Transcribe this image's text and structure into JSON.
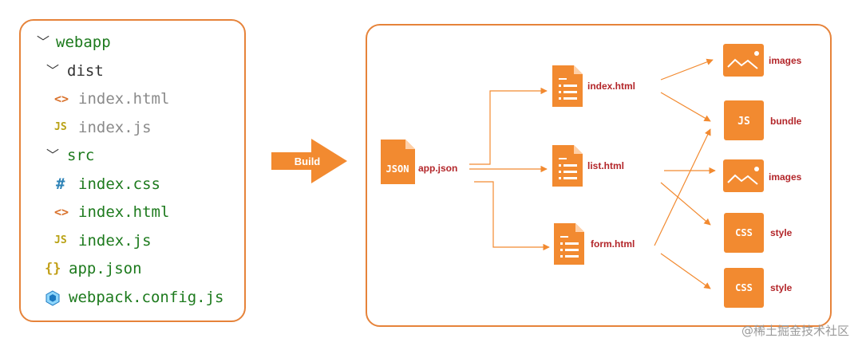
{
  "file_tree": {
    "items": [
      {
        "label": "webapp",
        "icon": "chevron-down-icon",
        "icon_text": "",
        "color": "#1d7a1d"
      },
      {
        "label": "dist",
        "icon": "chevron-down-icon",
        "icon_text": "",
        "color": "#333333"
      },
      {
        "label": "index.html",
        "icon": "code-icon",
        "icon_text": "<>",
        "color": "#8a8a8a"
      },
      {
        "label": "index.js",
        "icon": "js-file-icon",
        "icon_text": "JS",
        "color": "#8a8a8a"
      },
      {
        "label": "src",
        "icon": "chevron-down-icon",
        "icon_text": "",
        "color": "#1d7a1d"
      },
      {
        "label": "index.css",
        "icon": "hash-icon",
        "icon_text": "#",
        "color": "#1d7a1d"
      },
      {
        "label": "index.html",
        "icon": "code-icon",
        "icon_text": "<>",
        "color": "#1d7a1d"
      },
      {
        "label": "index.js",
        "icon": "js-file-icon",
        "icon_text": "JS",
        "color": "#1d7a1d"
      },
      {
        "label": "app.json",
        "icon": "braces-icon",
        "icon_text": "{}",
        "color": "#1d7a1d"
      },
      {
        "label": "webpack.config.js",
        "icon": "webpack-cube-icon",
        "icon_text": "",
        "color": "#1d7a1d"
      }
    ]
  },
  "build_arrow": {
    "label": "Build"
  },
  "diagram": {
    "source": {
      "label": "app.json",
      "icon_text": "JSON"
    },
    "pages": [
      {
        "label": "index.html"
      },
      {
        "label": "list.html"
      },
      {
        "label": "form.html"
      }
    ],
    "outputs": [
      {
        "label": "images",
        "kind": "image"
      },
      {
        "label": "bundle",
        "kind": "js",
        "icon_text": "JS"
      },
      {
        "label": "images",
        "kind": "image"
      },
      {
        "label": "style",
        "kind": "css",
        "icon_text": "CSS"
      },
      {
        "label": "style",
        "kind": "css",
        "icon_text": "CSS"
      }
    ]
  },
  "watermark": "@稀土掘金技术社区",
  "colors": {
    "accent": "#f28a30",
    "border": "#e6833a",
    "label": "#b3262a",
    "green": "#1d7a1d"
  }
}
